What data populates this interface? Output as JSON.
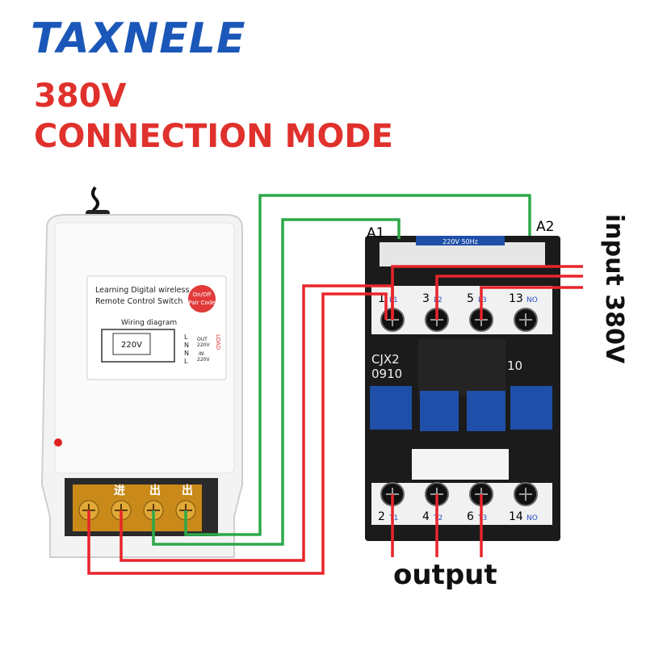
{
  "brand": "TAXNELE",
  "title": {
    "line1": "380V",
    "line2": "CONNECTION MODE"
  },
  "remote_switch": {
    "label_line1": "Learning Digital wireless",
    "label_line2": "Remote Control Switch",
    "button_line1": "On/Off",
    "button_line2": "Pair Code",
    "wiring_diagram": "Wiring diagram",
    "voltage": "220V",
    "out_label": "OUT",
    "out_voltage": "220V",
    "in_label": "IN",
    "in_voltage": "220V",
    "load_label": "LOAD",
    "pins": [
      "L",
      "N",
      "N",
      "L"
    ],
    "terminals": [
      "进",
      "出",
      "出"
    ]
  },
  "contactor": {
    "model_line1": "CJX2",
    "model_line2": "0910",
    "rating": "10",
    "coil_label": "220V 50Hz",
    "coil_terminals": [
      "A1",
      "A2"
    ],
    "top_terminals": [
      {
        "num": "1",
        "sub": "L1"
      },
      {
        "num": "3",
        "sub": "L2"
      },
      {
        "num": "5",
        "sub": "L3"
      },
      {
        "num": "13",
        "sub": "NO"
      }
    ],
    "bottom_terminals": [
      {
        "num": "2",
        "sub": "T1"
      },
      {
        "num": "4",
        "sub": "T2"
      },
      {
        "num": "6",
        "sub": "T3"
      },
      {
        "num": "14",
        "sub": "NO"
      }
    ]
  },
  "labels": {
    "input": "input 380V",
    "output": "output"
  },
  "colors": {
    "brand": "#1a57b8",
    "title": "#e0312c",
    "wire_red": "#e8252a",
    "wire_green": "#2ea84a",
    "contactor_blue": "#1f4fa8"
  }
}
